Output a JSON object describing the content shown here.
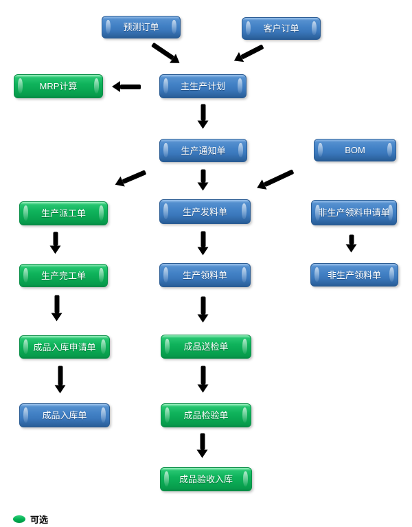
{
  "nodes": {
    "forecast_order": {
      "label": "预测订单",
      "style": "blue"
    },
    "customer_order": {
      "label": "客户订单",
      "style": "blue"
    },
    "mrp_calc": {
      "label": "MRP计算",
      "style": "green"
    },
    "master_plan": {
      "label": "主生产计划",
      "style": "blue"
    },
    "prod_notice": {
      "label": "生产通知单",
      "style": "blue"
    },
    "bom": {
      "label": "BOM",
      "style": "blue"
    },
    "prod_dispatch": {
      "label": "生产派工单",
      "style": "green"
    },
    "prod_material_issue": {
      "label": "生产发料单",
      "style": "blue"
    },
    "nonprod_req_apply": {
      "label": "非生产领料申请单",
      "style": "blue"
    },
    "prod_completion": {
      "label": "生产完工单",
      "style": "green"
    },
    "prod_requisition": {
      "label": "生产领料单",
      "style": "blue"
    },
    "nonprod_requisition": {
      "label": "非生产领料单",
      "style": "blue"
    },
    "fg_inbound_apply": {
      "label": "成品入库申请单",
      "style": "green"
    },
    "fg_inspection_send": {
      "label": "成品送检单",
      "style": "green"
    },
    "fg_inbound": {
      "label": "成品入库单",
      "style": "blue"
    },
    "fg_inspection": {
      "label": "成品检验单",
      "style": "green"
    },
    "fg_receipt_inbound": {
      "label": "成品验收入库",
      "style": "green"
    }
  },
  "edges": [
    {
      "from": "forecast_order",
      "to": "master_plan"
    },
    {
      "from": "customer_order",
      "to": "master_plan"
    },
    {
      "from": "master_plan",
      "to": "mrp_calc"
    },
    {
      "from": "master_plan",
      "to": "prod_notice"
    },
    {
      "from": "prod_notice",
      "to": "prod_dispatch"
    },
    {
      "from": "prod_notice",
      "to": "prod_material_issue"
    },
    {
      "from": "bom",
      "to": "prod_material_issue"
    },
    {
      "from": "prod_dispatch",
      "to": "prod_completion"
    },
    {
      "from": "prod_completion",
      "to": "fg_inbound_apply"
    },
    {
      "from": "fg_inbound_apply",
      "to": "fg_inbound"
    },
    {
      "from": "prod_material_issue",
      "to": "prod_requisition"
    },
    {
      "from": "prod_requisition",
      "to": "fg_inspection_send"
    },
    {
      "from": "fg_inspection_send",
      "to": "fg_inspection"
    },
    {
      "from": "fg_inspection",
      "to": "fg_receipt_inbound"
    },
    {
      "from": "nonprod_req_apply",
      "to": "nonprod_requisition"
    }
  ],
  "legend": {
    "items": [
      {
        "label": "可选",
        "swatch_color": "#00B050"
      }
    ]
  },
  "colors": {
    "node_blue": "#3E7CC2",
    "node_blue_border": "#2A5C94",
    "node_green": "#0FB35B",
    "node_green_border": "#0A9048",
    "arrow": "#000000",
    "background": "#FFFFFF",
    "node_text": "#FFFFFF"
  }
}
